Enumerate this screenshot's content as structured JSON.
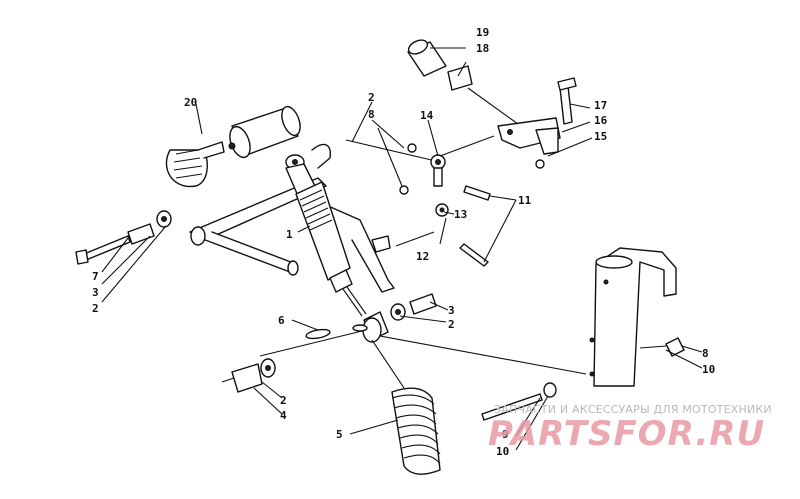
{
  "callouts": {
    "c1": "1",
    "c2a": "2",
    "c2b": "2",
    "c2c": "2",
    "c2d": "2",
    "c3a": "3",
    "c3b": "3",
    "c4": "4",
    "c5": "5",
    "c6": "6",
    "c7": "7",
    "c8a": "8",
    "c8b": "8",
    "c9": "9",
    "c10a": "10",
    "c10b": "10",
    "c11": "11",
    "c12": "12",
    "c13": "13",
    "c14": "14",
    "c15": "15",
    "c16": "16",
    "c17": "17",
    "c18": "18",
    "c19": "19",
    "c20": "20"
  },
  "watermark": {
    "tagline": "ЗАПЧАСТИ И АКСЕССУАРЫ ДЛЯ МОТОТЕХНИКИ",
    "logo": "PARTSFOR.RU"
  }
}
